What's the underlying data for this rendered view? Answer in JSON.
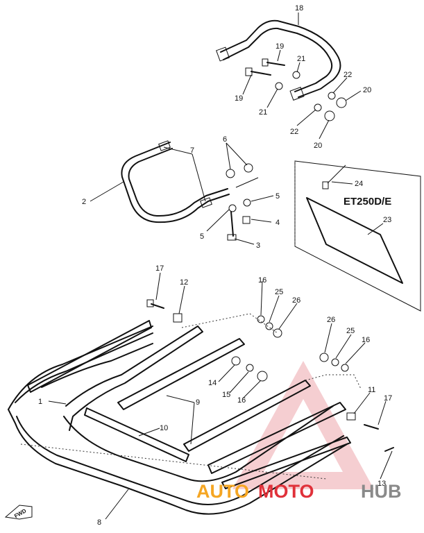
{
  "diagram": {
    "model_label": "ET250D/E",
    "forward_marker": "FWD",
    "callouts": {
      "c1": "1",
      "c2": "2",
      "c3": "3",
      "c4": "4",
      "c5a": "5",
      "c5b": "5",
      "c6": "6",
      "c7": "7",
      "c8": "8",
      "c9": "9",
      "c10": "10",
      "c11": "11",
      "c12": "12",
      "c13": "13",
      "c14": "14",
      "c15": "15",
      "c16a": "16",
      "c16b": "16",
      "c16c": "16",
      "c17a": "17",
      "c17b": "17",
      "c18": "18",
      "c19a": "19",
      "c19b": "19",
      "c20a": "20",
      "c20b": "20",
      "c21a": "21",
      "c21b": "21",
      "c22a": "22",
      "c22b": "22",
      "c23": "23",
      "c24": "24",
      "c25a": "25",
      "c25b": "25",
      "c26a": "26",
      "c26b": "26"
    }
  },
  "watermark": {
    "text_a": "AUTO",
    "text_b": "MOTO",
    "text_c": "HUB",
    "color_orange": "#f5a623",
    "color_red": "#e0313a",
    "color_gray": "#8a8a8a"
  }
}
